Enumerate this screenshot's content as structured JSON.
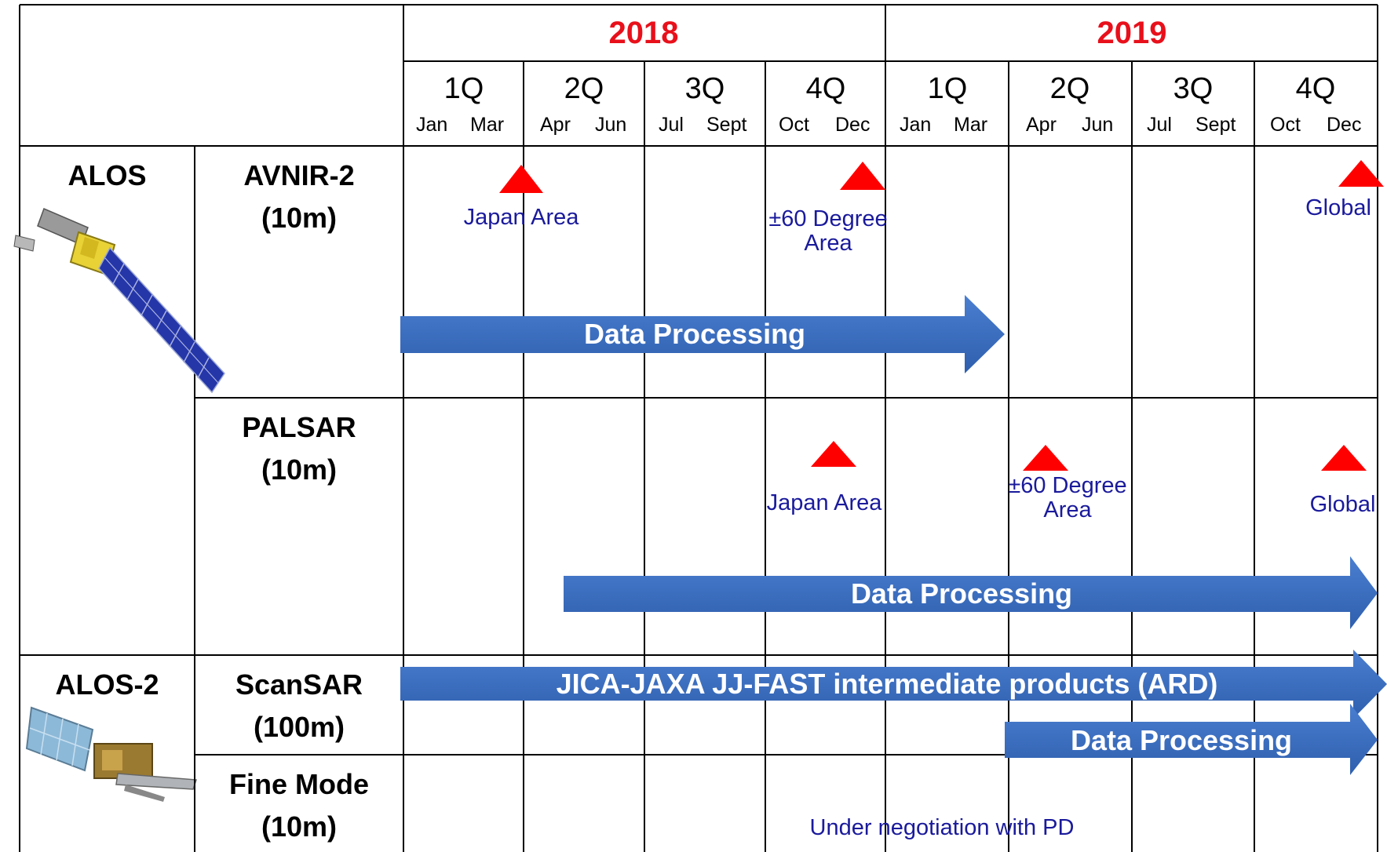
{
  "years": [
    "2018",
    "2019"
  ],
  "quarters": [
    {
      "q": "1Q",
      "m1": "Jan",
      "m2": "Mar"
    },
    {
      "q": "2Q",
      "m1": "Apr",
      "m2": "Jun"
    },
    {
      "q": "3Q",
      "m1": "Jul",
      "m2": "Sept"
    },
    {
      "q": "4Q",
      "m1": "Oct",
      "m2": "Dec"
    },
    {
      "q": "1Q",
      "m1": "Jan",
      "m2": "Mar"
    },
    {
      "q": "2Q",
      "m1": "Apr",
      "m2": "Jun"
    },
    {
      "q": "3Q",
      "m1": "Jul",
      "m2": "Sept"
    },
    {
      "q": "4Q",
      "m1": "Oct",
      "m2": "Dec"
    }
  ],
  "satellites": {
    "alos": "ALOS",
    "alos2": "ALOS-2"
  },
  "sensors": {
    "avnir": {
      "name": "AVNIR-2",
      "res": "(10m)"
    },
    "palsar": {
      "name": "PALSAR",
      "res": "(10m)"
    },
    "scansar": {
      "name": "ScanSAR",
      "res": "(100m)"
    },
    "fine": {
      "name": "Fine Mode",
      "res": "(10m)"
    }
  },
  "milestones": {
    "avnir": [
      "Japan Area",
      "±60 Degree Area",
      "Global"
    ],
    "palsar": [
      "Japan Area",
      "±60 Degree Area",
      "Global"
    ]
  },
  "arrows": {
    "avnir": "Data Processing",
    "palsar": "Data Processing",
    "scansar_ard": "JICA-JAXA JJ-FAST intermediate products (ARD)",
    "scansar_proc": "Data Processing"
  },
  "fine_note": "Under negotiation with PD",
  "colors": {
    "grid": "#000000",
    "year": "#e8101b",
    "milestone_marker": "#ff0000",
    "milestone_text": "#1a1a9c",
    "arrow_fill": "#4472c4"
  },
  "icons": {
    "alos": "satellite-icon",
    "alos2": "satellite-icon"
  }
}
